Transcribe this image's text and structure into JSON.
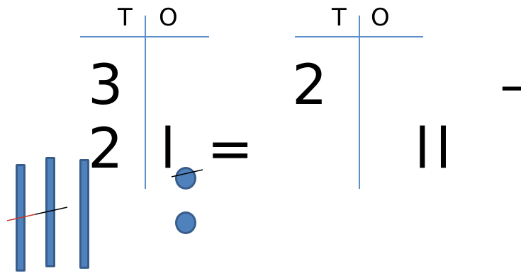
{
  "tables": [
    {
      "headers": {
        "tens": "T",
        "ones": "O"
      },
      "rows": [
        {
          "tens": "3",
          "ones": ""
        },
        {
          "tens": "2",
          "ones": "l"
        }
      ]
    },
    {
      "headers": {
        "tens": "T",
        "ones": "O"
      },
      "rows": [
        {
          "tens": "2",
          "ones": ""
        },
        {
          "tens": "",
          "ones": "ll"
        }
      ]
    }
  ],
  "operators": {
    "equals": "=",
    "minus": "–"
  },
  "colors": {
    "grid_line": "#5b8fc9",
    "tally_fill": "#4f81bd",
    "tally_border": "#385d8a",
    "strike_red": "#c0392b",
    "strike_black": "#000000"
  },
  "tens_blocks_count": 3,
  "ones_dots_count": 2
}
